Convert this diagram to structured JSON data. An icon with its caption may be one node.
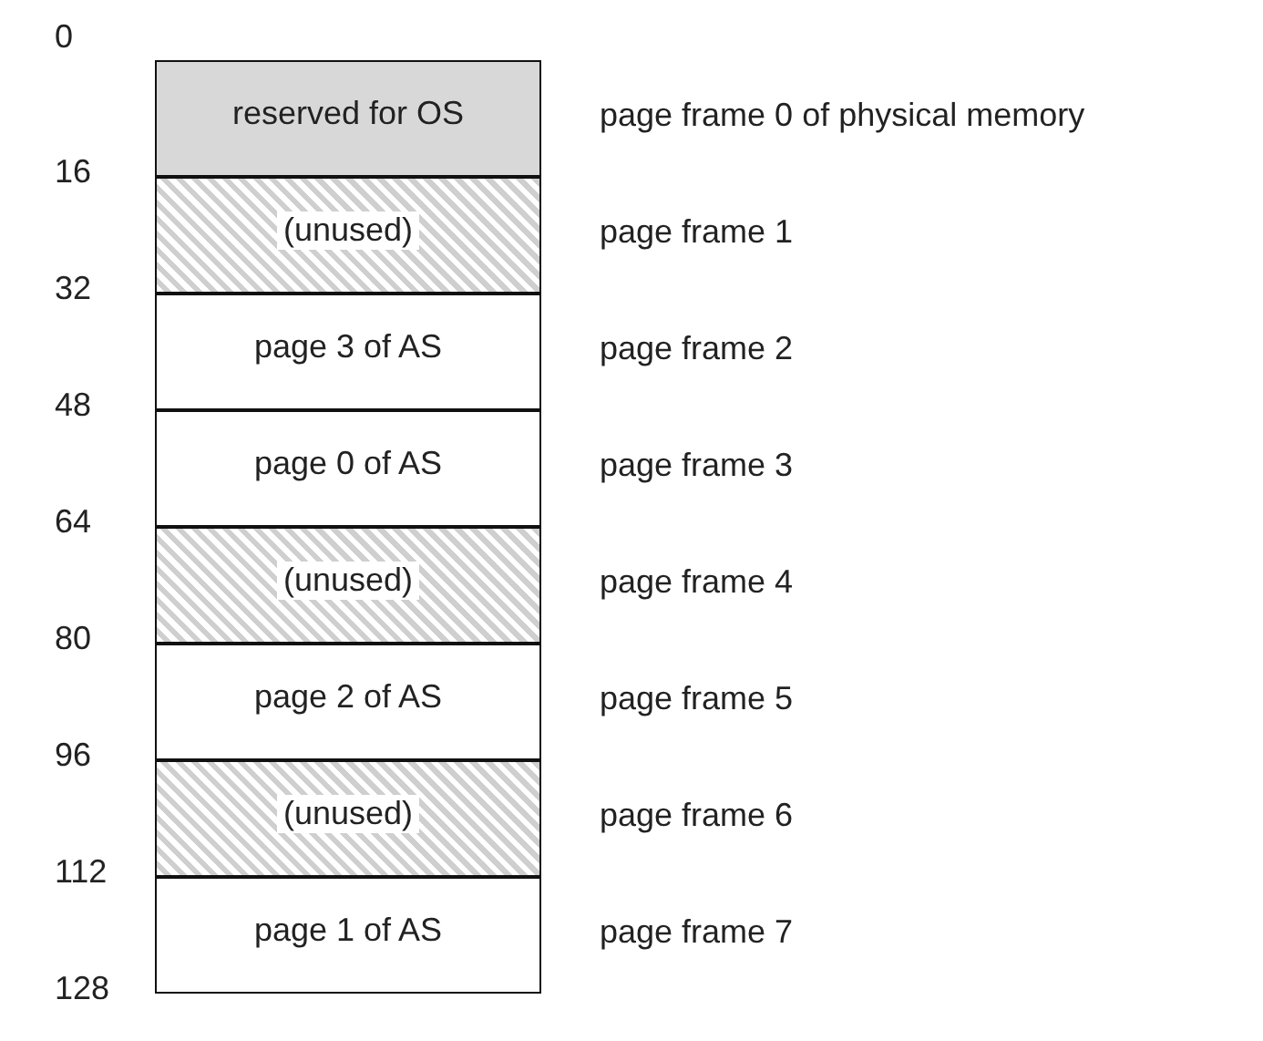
{
  "diagram": {
    "nodes": [
      {
        "text": [
          "reserved for OS"
        ],
        "beside": [
          "page frame 0 of physical memory"
        ]
      },
      {
        "text": [
          "(unused)"
        ],
        "beside": [
          "page frame 1"
        ]
      },
      {
        "text": [
          "page 3 of AS"
        ],
        "beside": [
          "page frame 2"
        ]
      },
      {
        "text": [
          "page 0 of AS"
        ],
        "beside": [
          "page frame 3"
        ]
      },
      {
        "text": [
          "(unused)"
        ],
        "beside": [
          "page frame 4"
        ]
      },
      {
        "text": [
          "page 2 of AS"
        ],
        "beside": [
          "page frame 5"
        ]
      },
      {
        "text": [
          "(unused)"
        ],
        "beside": [
          "page frame 6"
        ]
      },
      {
        "text": [
          "page 1 of AS"
        ],
        "beside": [
          "page frame 7"
        ]
      }
    ],
    "labels": [
      "0",
      "16",
      "32",
      "48",
      "64",
      "80",
      "96",
      "112",
      "128"
    ]
  }
}
